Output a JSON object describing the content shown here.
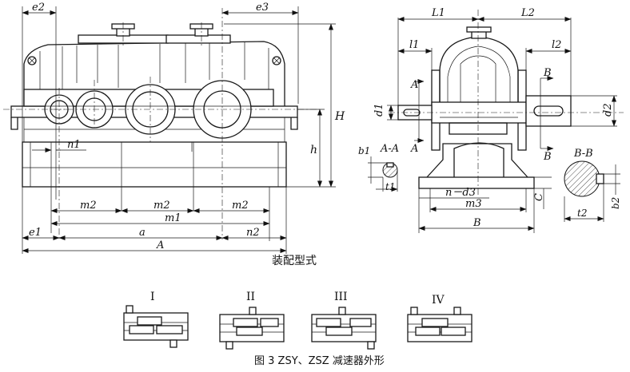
{
  "front_view": {
    "dim_labels": {
      "e2": "e2",
      "e3": "e3",
      "H": "H",
      "h": "h",
      "n1": "n1",
      "m2_a": "m2",
      "m2_b": "m2",
      "m2_c": "m2",
      "m1": "m1",
      "e1": "e1",
      "a": "a",
      "n2": "n2",
      "A": "A"
    },
    "caption": "装配型式"
  },
  "side_view": {
    "dim_labels": {
      "L1": "L1",
      "L2": "L2",
      "l1": "l1",
      "l2": "l2",
      "d1": "d1",
      "d2": "d2",
      "A_top": "A",
      "A_bottom": "A",
      "B_top": "B",
      "B_bottom": "B",
      "n_d3": "n－d3",
      "m3": "m3",
      "B_base": "B",
      "C": "C"
    }
  },
  "section_aa": {
    "title": "A-A",
    "b1": "b1",
    "t1": "t1"
  },
  "section_bb": {
    "title": "B-B",
    "b2": "b2",
    "t2": "t2"
  },
  "assembly_types": [
    {
      "label": "I"
    },
    {
      "label": "II"
    },
    {
      "label": "III"
    },
    {
      "label": "IV"
    }
  ],
  "figure_caption": "图 3  ZSY、ZSZ 减速器外形"
}
